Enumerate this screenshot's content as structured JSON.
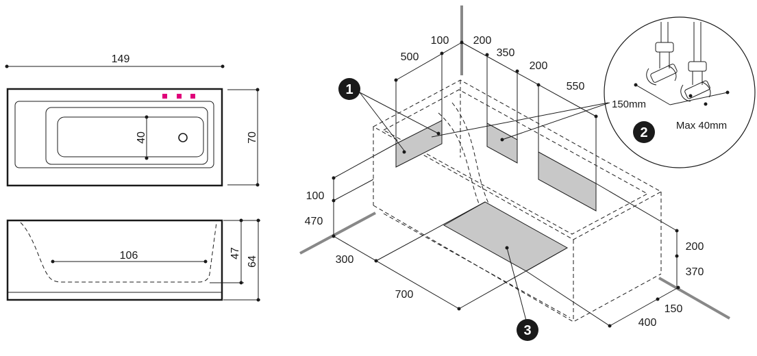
{
  "colors": {
    "accent": "#e0007a",
    "line": "#1a1a1a",
    "shade": "#c8c8c8",
    "pipe": "#888888"
  },
  "top_view": {
    "width": "149",
    "depth": "70",
    "drain_offset": "40"
  },
  "side_view": {
    "inner_length": "106",
    "inner_height": "47",
    "outer_height": "64"
  },
  "iso": {
    "d500": "500",
    "d100a": "100",
    "d200a": "200",
    "d350": "350",
    "d200b": "200",
    "d550": "550",
    "d100b": "100",
    "d470": "470",
    "d300": "300",
    "d700": "700",
    "d400": "400",
    "d150": "150",
    "d200c": "200",
    "d370": "370"
  },
  "detail": {
    "spacing": "150mm",
    "max": "Max 40mm"
  },
  "badges": {
    "b1": "1",
    "b2": "2",
    "b3": "3"
  }
}
